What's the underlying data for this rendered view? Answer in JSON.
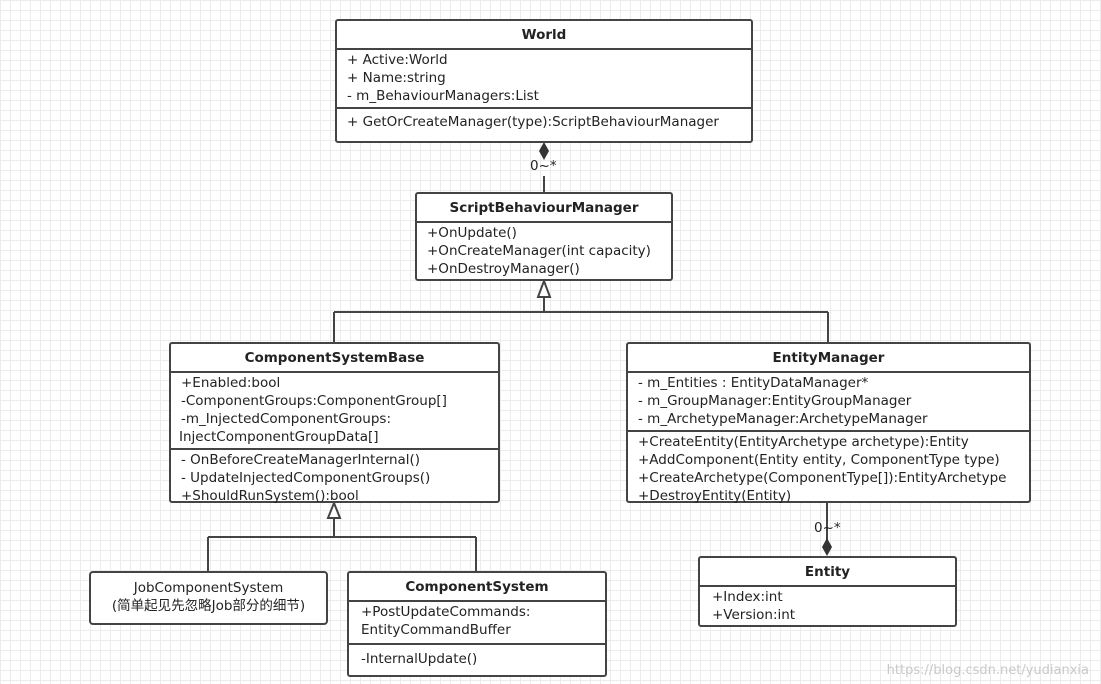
{
  "world": {
    "name": "World",
    "attributes": [
      "+ Active:World",
      "+ Name:string",
      "- m_BehaviourManagers:List"
    ],
    "methods": [
      "+ GetOrCreateManager(type):ScriptBehaviourManager"
    ]
  },
  "script_behaviour_manager": {
    "name": "ScriptBehaviourManager",
    "methods": [
      "+OnUpdate()",
      "+OnCreateManager(int capacity)",
      "+OnDestroyManager()"
    ]
  },
  "component_system_base": {
    "name": "ComponentSystemBase",
    "attributes": [
      "+Enabled:bool",
      "-ComponentGroups:ComponentGroup[]",
      "-m_InjectedComponentGroups:",
      "InjectComponentGroupData[]"
    ],
    "methods": [
      "- OnBeforeCreateManagerInternal()",
      "- UpdateInjectedComponentGroups()",
      "+ShouldRunSystem():bool"
    ]
  },
  "entity_manager": {
    "name": "EntityManager",
    "attributes": [
      "- m_Entities : EntityDataManager*",
      "- m_GroupManager:EntityGroupManager",
      "- m_ArchetypeManager:ArchetypeManager"
    ],
    "methods": [
      "+CreateEntity(EntityArchetype archetype):Entity",
      "+AddComponent(Entity entity, ComponentType type)",
      "+CreateArchetype(ComponentType[]):EntityArchetype",
      "+DestroyEntity(Entity)"
    ]
  },
  "job_component_system": {
    "line1": "JobComponentSystem",
    "line2": "(简单起见先忽略Job部分的细节)"
  },
  "component_system": {
    "name": "ComponentSystem",
    "attributes": [
      "+PostUpdateCommands:",
      "EntityCommandBuffer"
    ],
    "methods": [
      "-InternalUpdate()"
    ]
  },
  "entity": {
    "name": "Entity",
    "attributes": [
      "+Index:int",
      "+Version:int"
    ]
  },
  "multiplicities": {
    "world_managers": "0~*",
    "entitymanager_entity": "0~*"
  },
  "watermark": "https://blog.csdn.net/yudianxia"
}
